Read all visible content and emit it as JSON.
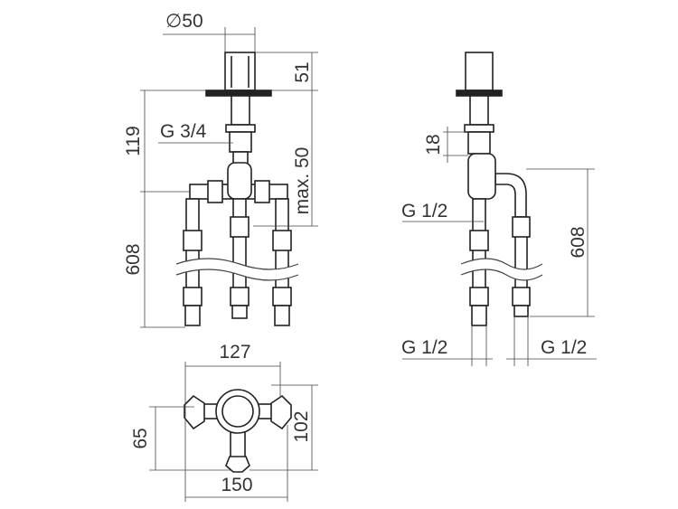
{
  "title": "Bath mixer rough-in technical drawing",
  "front_view": {
    "diameter": "∅50",
    "cap_height": "51",
    "upper_height": "119",
    "thread_top": "G 3/4",
    "max_depth": "max. 50",
    "pipe_length": "608"
  },
  "side_view": {
    "offset": "18",
    "thread_mid": "G 1/2",
    "pipe_length": "608",
    "thread_bottom_left": "G 1/2",
    "thread_bottom_right": "G 1/2"
  },
  "plan_view": {
    "inner_width": "127",
    "depth_inner": "65",
    "depth_outer": "102",
    "outer_width": "150"
  }
}
